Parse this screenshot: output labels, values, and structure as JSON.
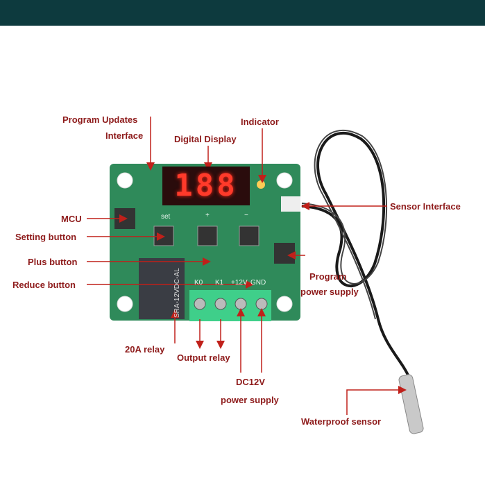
{
  "labels": {
    "program_updates": "Program Updates",
    "interface": "Interface",
    "digital_display": "Digital Display",
    "indicator": "Indicator",
    "sensor_interface": "Sensor Interface",
    "mcu": "MCU",
    "setting_button": "Setting button",
    "plus_button": "Plus button",
    "reduce_button": "Reduce button",
    "program": "Program",
    "power_supply_program": "power supply",
    "relay_20a": "20A relay",
    "output_relay": "Output relay",
    "dc12v": "DC12V",
    "power_supply_dc": "power supply",
    "waterproof_sensor": "Waterproof sensor"
  },
  "board": {
    "display": "188",
    "set": "set",
    "plus": "+",
    "minus": "−",
    "k0": "K0",
    "k1": "K1",
    "v12": "+12V",
    "gnd": "GND",
    "relay": "SRA-12VDC-AL"
  },
  "colors": {
    "label": "#8e1b1b",
    "pcb": "#2f8a5a",
    "topbar": "#0d3a3e"
  }
}
